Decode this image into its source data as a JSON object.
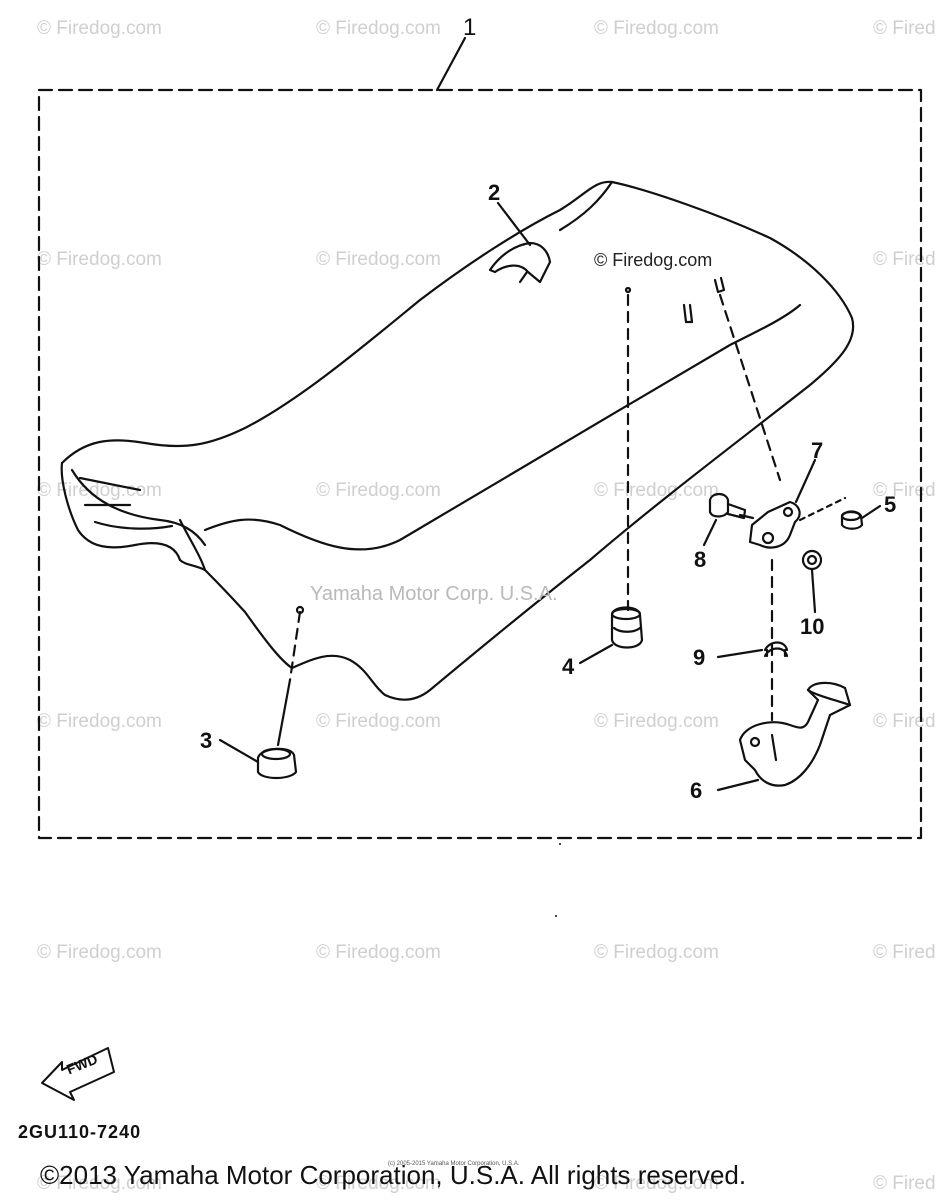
{
  "watermarks": {
    "text": "© Firedog.com",
    "edge_text": "© Fired"
  },
  "callouts": [
    "1",
    "2",
    "3",
    "4",
    "5",
    "6",
    "7",
    "8",
    "9",
    "10"
  ],
  "inline_watermark": "© Firedog.com",
  "center_watermark": "Yamaha Motor Corp. U.S.A.",
  "fwd_label": "FWD",
  "part_code": "2GU110-7240",
  "tiny_notice": "(c) 2005-2015 Yamaha Motor Corporation, U.S.A.",
  "copyright": "©2013 Yamaha Motor Corporation, U.S.A. All rights reserved."
}
